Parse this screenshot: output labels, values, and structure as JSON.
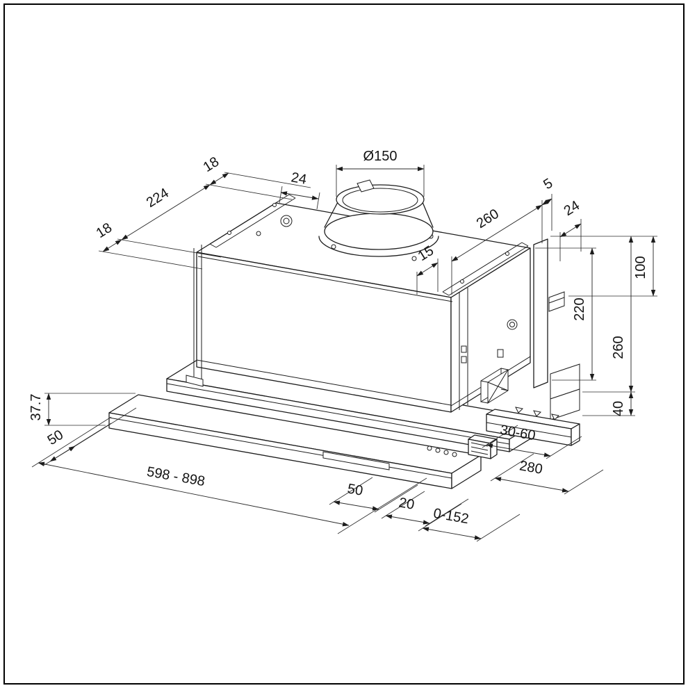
{
  "diagram": {
    "kind": "technical-drawing",
    "subject": "telescopic-range-hood-installation-dimensions",
    "units": "mm",
    "line_color": "#1c1c1c",
    "background": "#ffffff",
    "dims": {
      "top_offset_front_18": "18",
      "top_rail_224": "224",
      "top_offset_back_18": "18",
      "top_rail_width_24": "24",
      "duct_diameter": "Ø150",
      "panel_inset_15": "15",
      "body_depth_260": "260",
      "gap_5": "5",
      "offset_24_right": "24",
      "height_100": "100",
      "height_220": "220",
      "height_260": "260",
      "bracket_40": "40",
      "visor_height_37_7": "37.7",
      "side_clearance_50": "50",
      "width_range": "598 - 898",
      "bottom_50": "50",
      "bottom_20": "20",
      "travel_0_152": "0-152",
      "bracket_280": "280",
      "adjust_30_60": "30-60"
    }
  }
}
